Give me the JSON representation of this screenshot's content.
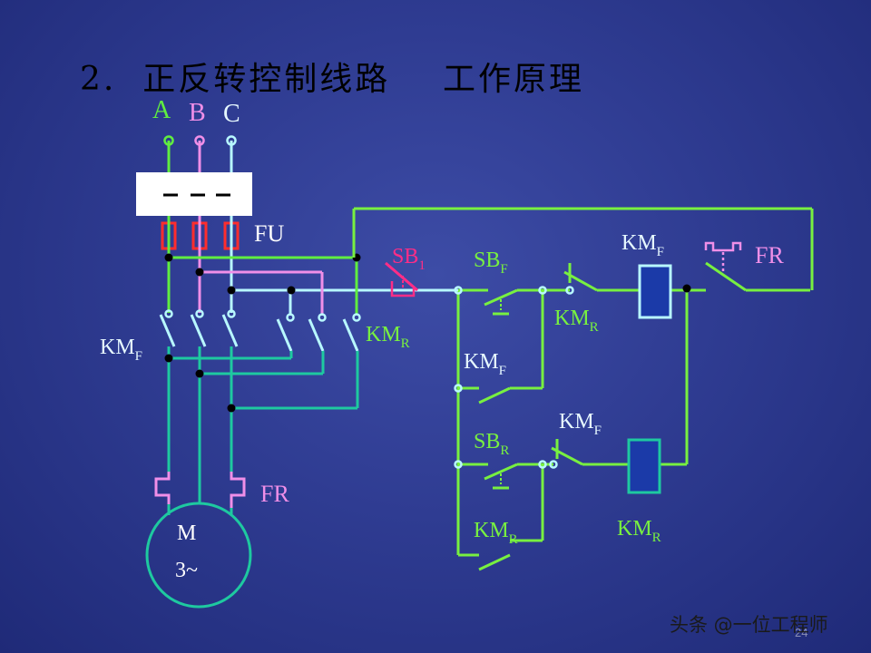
{
  "title": "2.  正反转控制线路    工作原理",
  "labels": {
    "phase_a": "A",
    "phase_b": "B",
    "phase_c": "C",
    "fuse": "FU",
    "kmf": "KM",
    "kmr": "KM",
    "sb": "SB",
    "fr": "FR",
    "sub_f": "F",
    "sub_r": "R",
    "sub_1": "1",
    "motor_m": "M",
    "motor_phase": "3~"
  },
  "colors": {
    "phase_a": "#60ee40",
    "phase_b": "#f08fe8",
    "phase_c": "#b8f8ff",
    "control_green": "#78f040",
    "teal": "#1ec9a0",
    "stop_button": "#ff2d86",
    "fuse_red": "#ff2d2d",
    "coil_blue": "#1b3aa8"
  },
  "footer": {
    "watermark": "头条 @一位工程师",
    "page": "24"
  }
}
